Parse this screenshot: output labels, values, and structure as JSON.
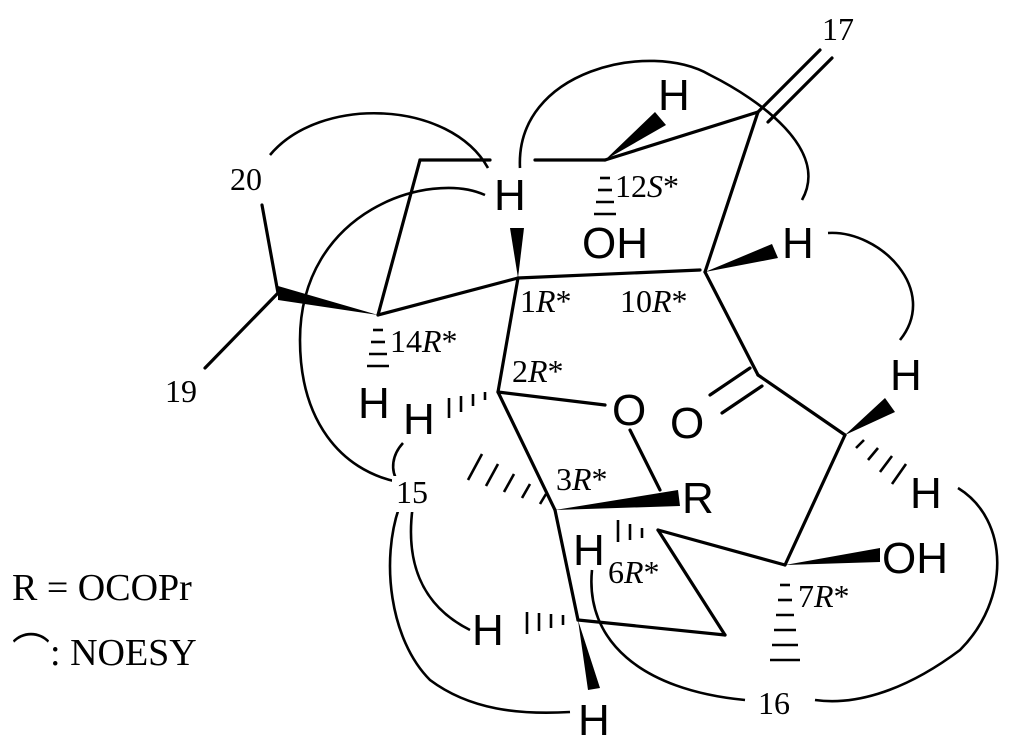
{
  "atoms": {
    "H_top": "H",
    "H_ring": "H",
    "H_10": "H",
    "H_14": "H",
    "H_2": "H",
    "H_6": "H",
    "H_right_upper": "H",
    "H_right_lower": "H",
    "H_bottom_left": "H",
    "H_bottom": "H",
    "OH_12": "OH",
    "OH_7": "OH",
    "O_ring": "O",
    "O_keto": "O",
    "R": "R"
  },
  "carbon_numbers": {
    "c17": "17",
    "c20": "20",
    "c19": "19",
    "c15": "15",
    "c16": "16"
  },
  "stereo_centers": [
    {
      "id": "c12",
      "num": "12",
      "config": "S"
    },
    {
      "id": "c1",
      "num": "1",
      "config": "R"
    },
    {
      "id": "c10",
      "num": "10",
      "config": "R"
    },
    {
      "id": "c14",
      "num": "14",
      "config": "R"
    },
    {
      "id": "c2",
      "num": "2",
      "config": "R"
    },
    {
      "id": "c3",
      "num": "3",
      "config": "R"
    },
    {
      "id": "c6",
      "num": "6",
      "config": "R"
    },
    {
      "id": "c7",
      "num": "7",
      "config": "R"
    }
  ],
  "legend": {
    "r_definition": "R = OCOPr",
    "noe_symbol": "⌒",
    "noe_text": ": NOESY"
  }
}
